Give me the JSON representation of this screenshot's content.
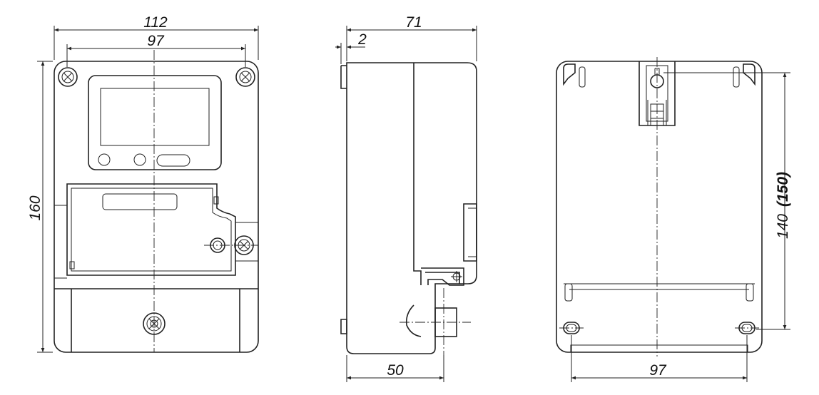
{
  "front_view": {
    "width_label": "112",
    "hole_spacing_label": "97",
    "height_label": "160"
  },
  "side_view": {
    "depth_label": "71",
    "offset_label": "2",
    "bottom_label": "50"
  },
  "rear_view": {
    "vertical_label": "140",
    "vertical_alt_label": "(150)",
    "hole_spacing_label": "97"
  }
}
